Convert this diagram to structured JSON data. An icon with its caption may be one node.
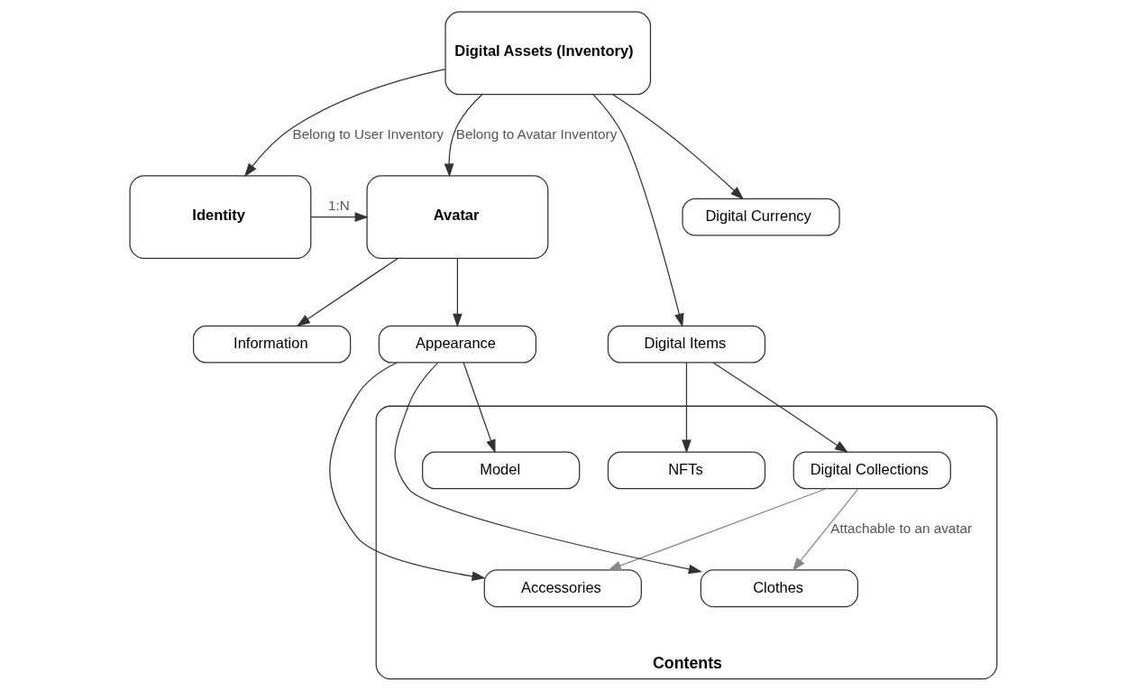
{
  "diagram": {
    "nodes": [
      {
        "text": [
          "Identity"
        ]
      },
      {
        "text": [
          "Avatar"
        ]
      },
      {
        "text": [
          "Contents"
        ]
      },
      {
        "text": [
          "Appearance"
        ]
      },
      {
        "text": [
          "Information"
        ]
      },
      {
        "text": [
          "Model"
        ],
        "in": 2
      },
      {
        "text": [
          "Clothes"
        ],
        "in": 2
      },
      {
        "text": [
          "Accessories"
        ],
        "in": 2
      },
      {
        "text": [
          "Digital Assets (Inventory)"
        ]
      },
      {
        "text": [
          "Digital Items"
        ]
      },
      {
        "text": [
          "Digital Collections"
        ],
        "in": 2
      },
      {
        "text": [
          "NFTs"
        ],
        "in": 2
      },
      {
        "text": [
          "Digital Currency"
        ]
      }
    ],
    "edges": [
      {
        "from": 0,
        "to": 1,
        "arrow": "to",
        "label": "1:N"
      },
      {
        "from": 1,
        "to": 3,
        "arrow": "to"
      },
      {
        "from": 1,
        "to": 4,
        "arrow": "to"
      },
      {
        "from": 3,
        "to": 5,
        "arrow": "to"
      },
      {
        "from": 3,
        "to": 6,
        "arrow": "to"
      },
      {
        "from": 3,
        "to": 7,
        "arrow": "to"
      },
      {
        "from": 8,
        "to": 0,
        "arrow": "to",
        "label": "Belong to User Inventory"
      },
      {
        "from": 8,
        "to": 1,
        "arrow": "to",
        "label": "Belong to Avatar Inventory"
      },
      {
        "from": 8,
        "to": 9,
        "arrow": "to"
      },
      {
        "from": 8,
        "to": 12,
        "arrow": "to"
      },
      {
        "from": 9,
        "to": 10,
        "arrow": "to"
      },
      {
        "from": 9,
        "to": 11,
        "arrow": "to"
      },
      {
        "from": 10,
        "to": 6,
        "arrow": "to",
        "label": "Attachable to an avatar",
        "color": "#888888"
      },
      {
        "from": 10,
        "to": 7,
        "arrow": "to",
        "color": "#888888"
      }
    ]
  }
}
